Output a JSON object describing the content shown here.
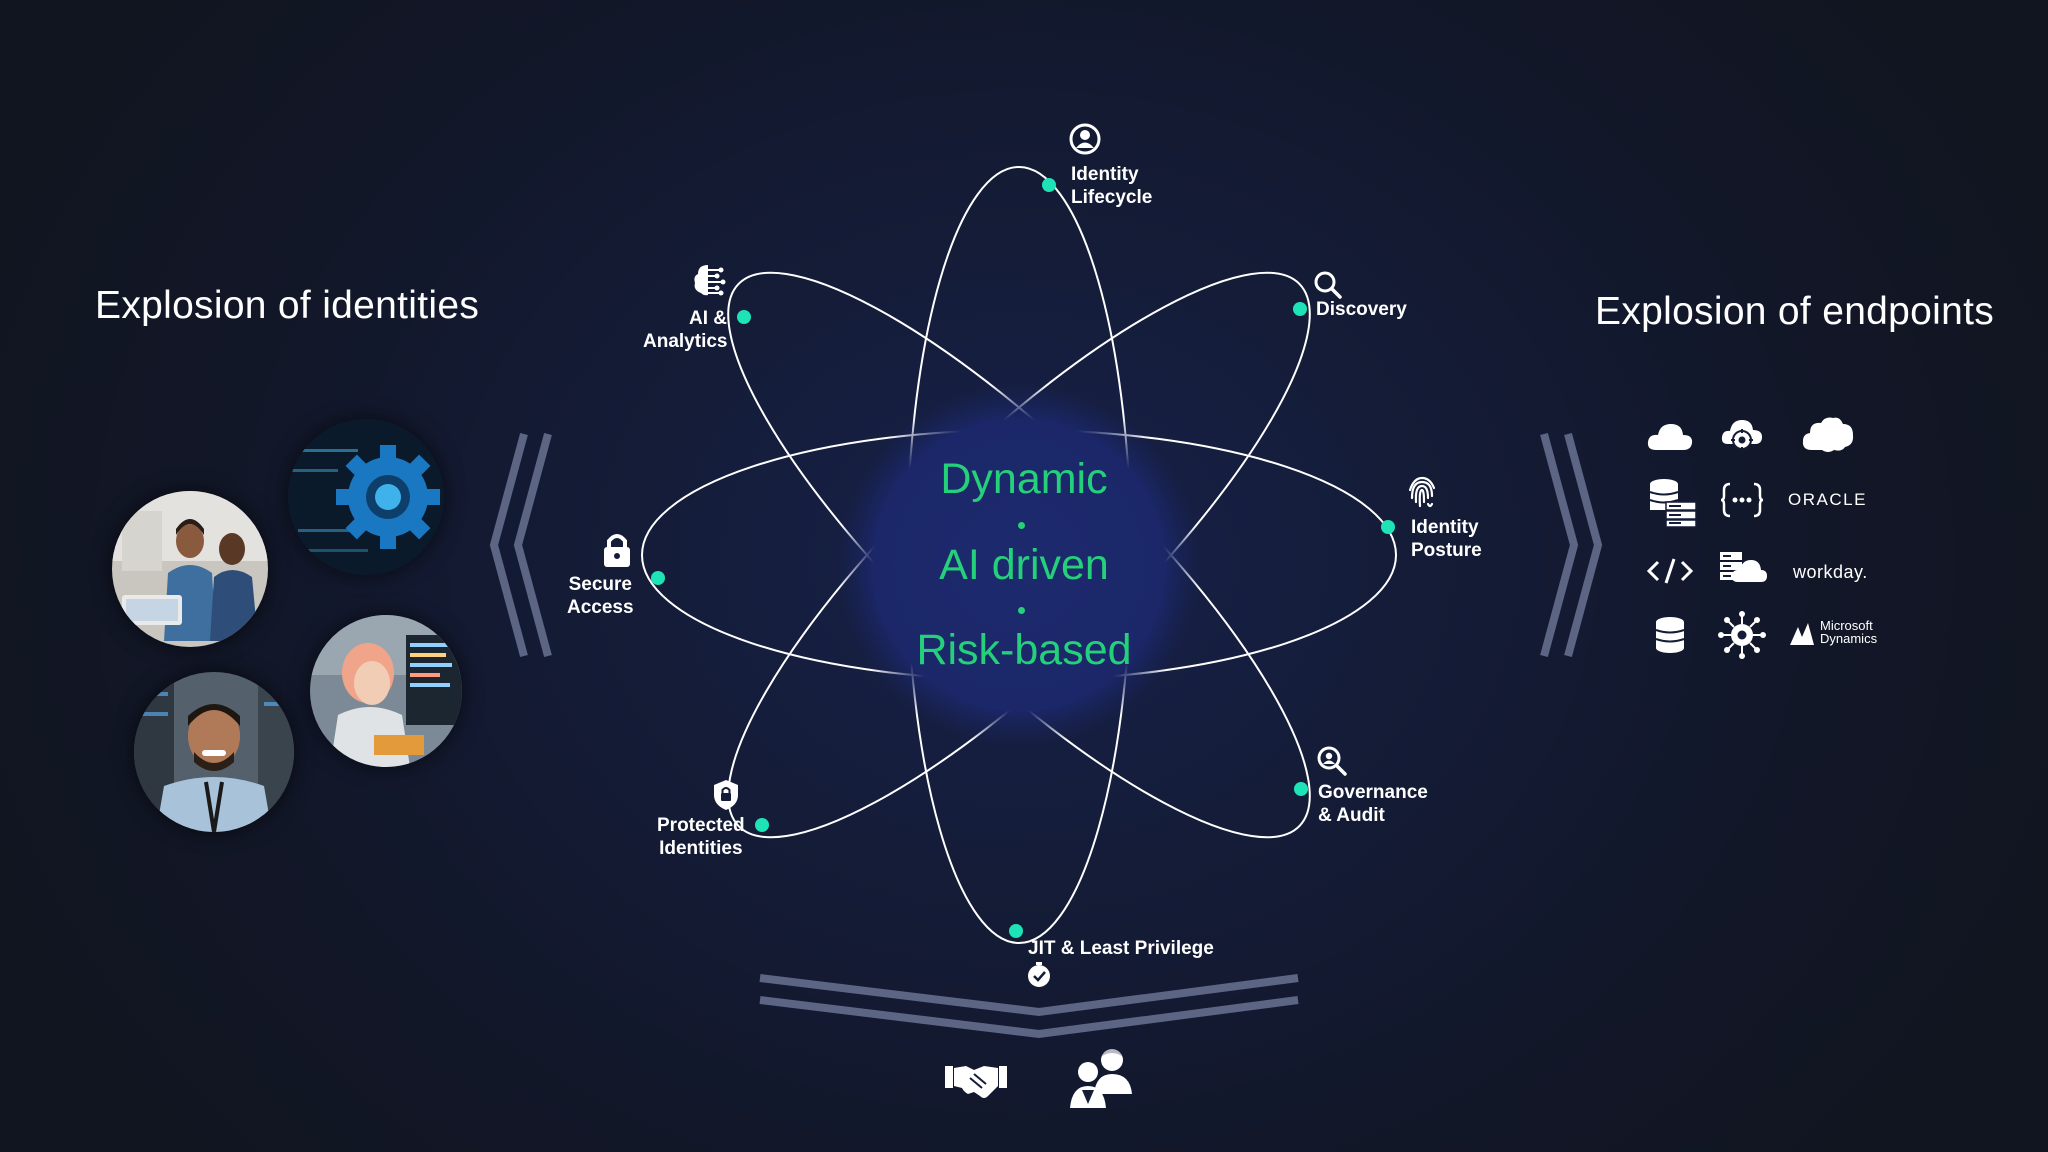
{
  "left_panel": {
    "title": "Explosion of identities",
    "photos": [
      "two-colleagues-at-laptop-photo",
      "gear-technology-photo",
      "developer-at-monitors-photo",
      "smiling-man-in-server-room-photo"
    ]
  },
  "right_panel": {
    "title": "Explosion of endpoints",
    "endpoints": [
      {
        "icon": "cloud-icon"
      },
      {
        "icon": "cloud-gear-icon"
      },
      {
        "icon": "salesforce-cloud-icon"
      },
      {
        "icon": "database-server-icon"
      },
      {
        "icon": "api-braces-icon"
      },
      {
        "icon": "oracle-logo",
        "text": "ORACLE"
      },
      {
        "icon": "code-icon"
      },
      {
        "icon": "server-cloud-icon"
      },
      {
        "icon": "workday-logo",
        "text": "workday."
      },
      {
        "icon": "database-icon"
      },
      {
        "icon": "network-gear-icon"
      },
      {
        "icon": "microsoft-dynamics-logo",
        "text_line1": "Microsoft",
        "text_line2": "Dynamics"
      }
    ]
  },
  "core": {
    "line1": "Dynamic",
    "line2": "AI driven",
    "line3": "Risk-based"
  },
  "nodes": [
    {
      "id": "identity-lifecycle",
      "line1": "Identity",
      "line2": "Lifecycle",
      "icon": "user-cycle-icon"
    },
    {
      "id": "discovery",
      "line1": "Discovery",
      "icon": "magnifier-icon"
    },
    {
      "id": "identity-posture",
      "line1": "Identity",
      "line2": "Posture",
      "icon": "fingerprint-icon"
    },
    {
      "id": "governance-audit",
      "line1": "Governance",
      "line2": "& Audit",
      "icon": "audit-magnifier-icon"
    },
    {
      "id": "jit-least-privilege",
      "line1": "JIT & Least Privilege",
      "icon": "stopwatch-icon"
    },
    {
      "id": "protected-identities",
      "line1": "Protected",
      "line2": "Identities",
      "icon": "shield-lock-icon"
    },
    {
      "id": "secure-access",
      "line1": "Secure",
      "line2": "Access",
      "icon": "padlock-icon"
    },
    {
      "id": "ai-analytics",
      "line1": "AI &",
      "line2": "Analytics",
      "icon": "ai-brain-icon"
    }
  ],
  "bottom": {
    "icons": [
      "handshake-icon",
      "people-icon"
    ]
  },
  "colors": {
    "accent_green": "#25d07a",
    "node_dot": "#1de3b6",
    "orbit": "#ffffff",
    "core_fill": "#1c2a6e",
    "chevron": "#5c6684"
  }
}
